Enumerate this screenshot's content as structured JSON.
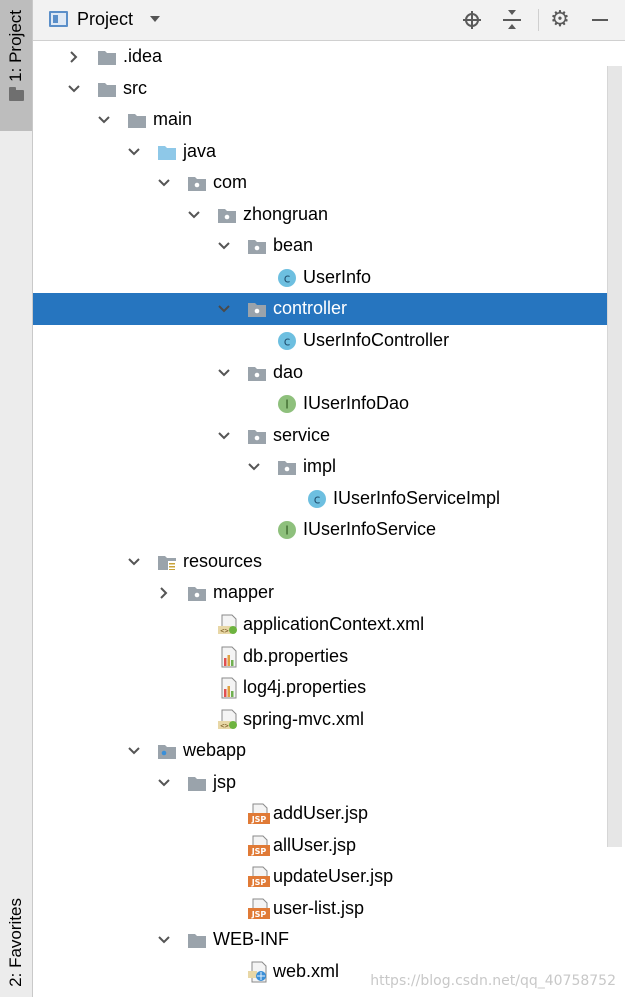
{
  "sidebar": {
    "project_tab": "1: Project",
    "favorites_tab": "2: Favorites"
  },
  "header": {
    "title": "Project",
    "buttons": [
      "crosshair-icon",
      "collapse-all-icon",
      "gear-icon",
      "minimize-icon"
    ]
  },
  "colors": {
    "selection": "#2675bf",
    "folder": "#9aa3ab",
    "source_folder": "#8ec8e8",
    "class_icon": "#6dbfe0",
    "interface_icon": "#8ec07c",
    "jsp_icon": "#e07a36"
  },
  "tree": [
    {
      "label": ".idea",
      "depth": 1,
      "chevron": "right",
      "icon": "folder-icon"
    },
    {
      "label": "src",
      "depth": 1,
      "chevron": "down",
      "icon": "folder-icon"
    },
    {
      "label": "main",
      "depth": 2,
      "chevron": "down",
      "icon": "folder-icon"
    },
    {
      "label": "java",
      "depth": 3,
      "chevron": "down",
      "icon": "source-folder-icon"
    },
    {
      "label": "com",
      "depth": 4,
      "chevron": "down",
      "icon": "package-icon"
    },
    {
      "label": "zhongruan",
      "depth": 5,
      "chevron": "down",
      "icon": "package-icon"
    },
    {
      "label": "bean",
      "depth": 6,
      "chevron": "down",
      "icon": "package-icon"
    },
    {
      "label": "UserInfo",
      "depth": 7,
      "chevron": "none",
      "icon": "class-icon"
    },
    {
      "label": "controller",
      "depth": 6,
      "chevron": "down",
      "icon": "package-icon",
      "selected": true
    },
    {
      "label": "UserInfoController",
      "depth": 7,
      "chevron": "none",
      "icon": "class-icon"
    },
    {
      "label": "dao",
      "depth": 6,
      "chevron": "down",
      "icon": "package-icon"
    },
    {
      "label": "IUserInfoDao",
      "depth": 7,
      "chevron": "none",
      "icon": "interface-icon"
    },
    {
      "label": "service",
      "depth": 6,
      "chevron": "down",
      "icon": "package-icon"
    },
    {
      "label": "impl",
      "depth": 7,
      "chevron": "down",
      "icon": "package-icon"
    },
    {
      "label": "IUserInfoServiceImpl",
      "depth": 8,
      "chevron": "none",
      "icon": "class-icon"
    },
    {
      "label": "IUserInfoService",
      "depth": 7,
      "chevron": "none",
      "icon": "interface-icon"
    },
    {
      "label": "resources",
      "depth": 3,
      "chevron": "down",
      "icon": "resources-folder-icon"
    },
    {
      "label": "mapper",
      "depth": 4,
      "chevron": "right",
      "icon": "package-icon"
    },
    {
      "label": "applicationContext.xml",
      "depth": 5,
      "chevron": "none",
      "icon": "spring-xml-icon"
    },
    {
      "label": "db.properties",
      "depth": 5,
      "chevron": "none",
      "icon": "properties-icon"
    },
    {
      "label": "log4j.properties",
      "depth": 5,
      "chevron": "none",
      "icon": "properties-icon"
    },
    {
      "label": "spring-mvc.xml",
      "depth": 5,
      "chevron": "none",
      "icon": "spring-xml-icon"
    },
    {
      "label": "webapp",
      "depth": 3,
      "chevron": "down",
      "icon": "web-folder-icon"
    },
    {
      "label": "jsp",
      "depth": 4,
      "chevron": "down",
      "icon": "folder-icon"
    },
    {
      "label": "addUser.jsp",
      "depth": 6,
      "chevron": "none",
      "icon": "jsp-icon"
    },
    {
      "label": "allUser.jsp",
      "depth": 6,
      "chevron": "none",
      "icon": "jsp-icon"
    },
    {
      "label": "updateUser.jsp",
      "depth": 6,
      "chevron": "none",
      "icon": "jsp-icon"
    },
    {
      "label": "user-list.jsp",
      "depth": 6,
      "chevron": "none",
      "icon": "jsp-icon"
    },
    {
      "label": "WEB-INF",
      "depth": 4,
      "chevron": "down",
      "icon": "folder-icon"
    },
    {
      "label": "web.xml",
      "depth": 6,
      "chevron": "none",
      "icon": "web-xml-icon"
    }
  ],
  "watermark": "https://blog.csdn.net/qq_40758752"
}
